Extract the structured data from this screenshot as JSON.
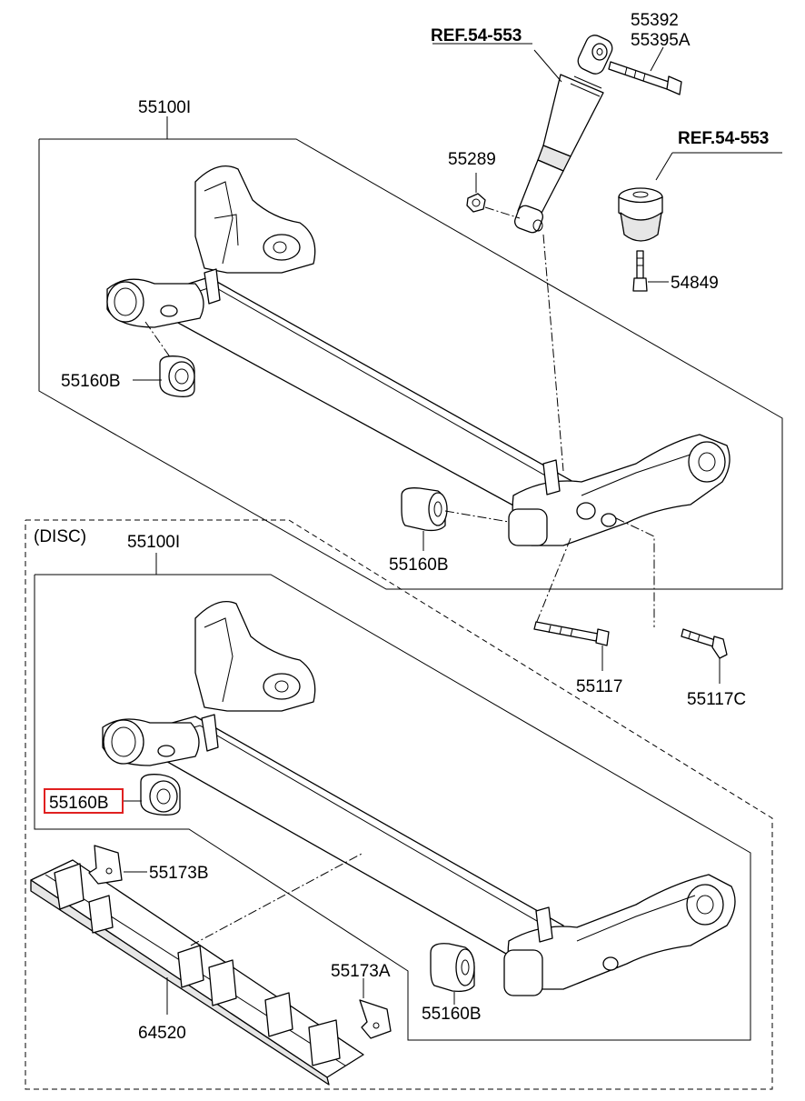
{
  "labels": {
    "ref_shock": "REF.54-553",
    "bolt_upper_1": "55392",
    "bolt_upper_2": "55395A",
    "ref_mount": "REF.54-553",
    "beam_top": "55100I",
    "nut": "55289",
    "bolt_mount": "54849",
    "bushing_top_left": "55160B",
    "bushing_top_right": "55160B",
    "disc_note": "(DISC)",
    "beam_bottom": "55100I",
    "bolt_55117": "55117",
    "bolt_55117c": "55117C",
    "bushing_bottom_left": "55160B",
    "bracket_b": "55173B",
    "bracket_a": "55173A",
    "bushing_bottom_right": "55160B",
    "heat_shield": "64520"
  },
  "highlight": {
    "part": "55160B",
    "color": "#e02020"
  }
}
